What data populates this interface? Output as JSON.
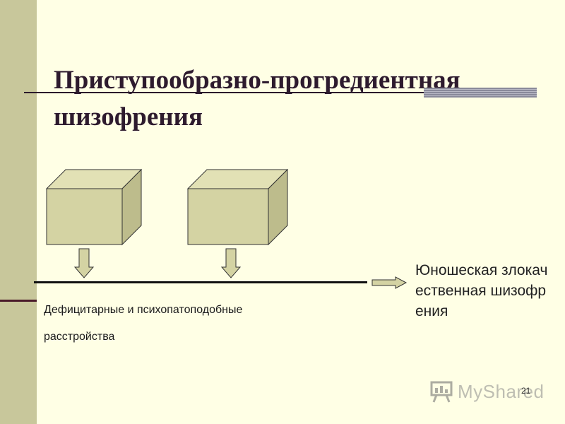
{
  "slide": {
    "title_lines": [
      "Приступообразно-прогредиентная",
      "шизофрения"
    ],
    "bottom_text_lines": [
      "Дефицитарные и психопатоподобные",
      "расстройства"
    ],
    "result_text": "Юношеская злокачественная шизофрения",
    "page_number": "21",
    "watermark_text": "MyShared"
  },
  "colors": {
    "background": "#FFFFE5",
    "sidebar": "#C8C79B",
    "cube_fill": "#D7D6A6",
    "cube_stroke": "#333333",
    "arrow_fill": "#D7D6A6"
  },
  "icons": {
    "cube": "cube-shape",
    "down_arrow": "down-arrow-icon",
    "right_arrow": "right-arrow-icon",
    "watermark_logo": "presentation-board-icon"
  }
}
